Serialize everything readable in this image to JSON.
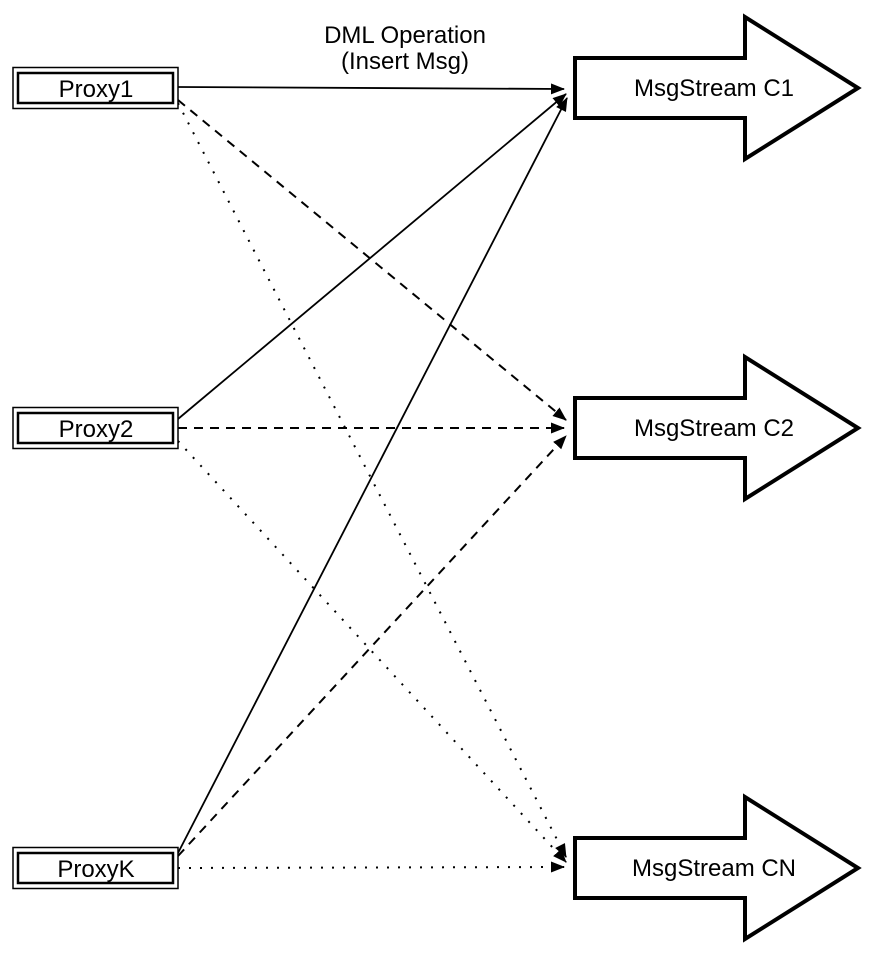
{
  "annotation": {
    "line1": "DML Operation",
    "line2": "(Insert Msg)"
  },
  "proxies": [
    {
      "id": "proxy1",
      "label": "Proxy1"
    },
    {
      "id": "proxy2",
      "label": "Proxy2"
    },
    {
      "id": "proxyk",
      "label": "ProxyK"
    }
  ],
  "streams": [
    {
      "id": "c1",
      "label": "MsgStream C1",
      "incoming_line_style": "solid"
    },
    {
      "id": "c2",
      "label": "MsgStream C2",
      "incoming_line_style": "dashed"
    },
    {
      "id": "cn",
      "label": "MsgStream CN",
      "incoming_line_style": "dotted"
    }
  ],
  "edges": [
    {
      "from": "Proxy1",
      "to": "MsgStream C1",
      "style": "solid"
    },
    {
      "from": "Proxy2",
      "to": "MsgStream C1",
      "style": "solid"
    },
    {
      "from": "ProxyK",
      "to": "MsgStream C1",
      "style": "solid"
    },
    {
      "from": "Proxy1",
      "to": "MsgStream C2",
      "style": "dashed"
    },
    {
      "from": "Proxy2",
      "to": "MsgStream C2",
      "style": "dashed"
    },
    {
      "from": "ProxyK",
      "to": "MsgStream C2",
      "style": "dashed"
    },
    {
      "from": "Proxy1",
      "to": "MsgStream CN",
      "style": "dotted"
    },
    {
      "from": "Proxy2",
      "to": "MsgStream CN",
      "style": "dotted"
    },
    {
      "from": "ProxyK",
      "to": "MsgStream CN",
      "style": "dotted"
    }
  ],
  "colors": {
    "stroke": "#000000",
    "fill": "#ffffff",
    "background": "#ffffff"
  }
}
